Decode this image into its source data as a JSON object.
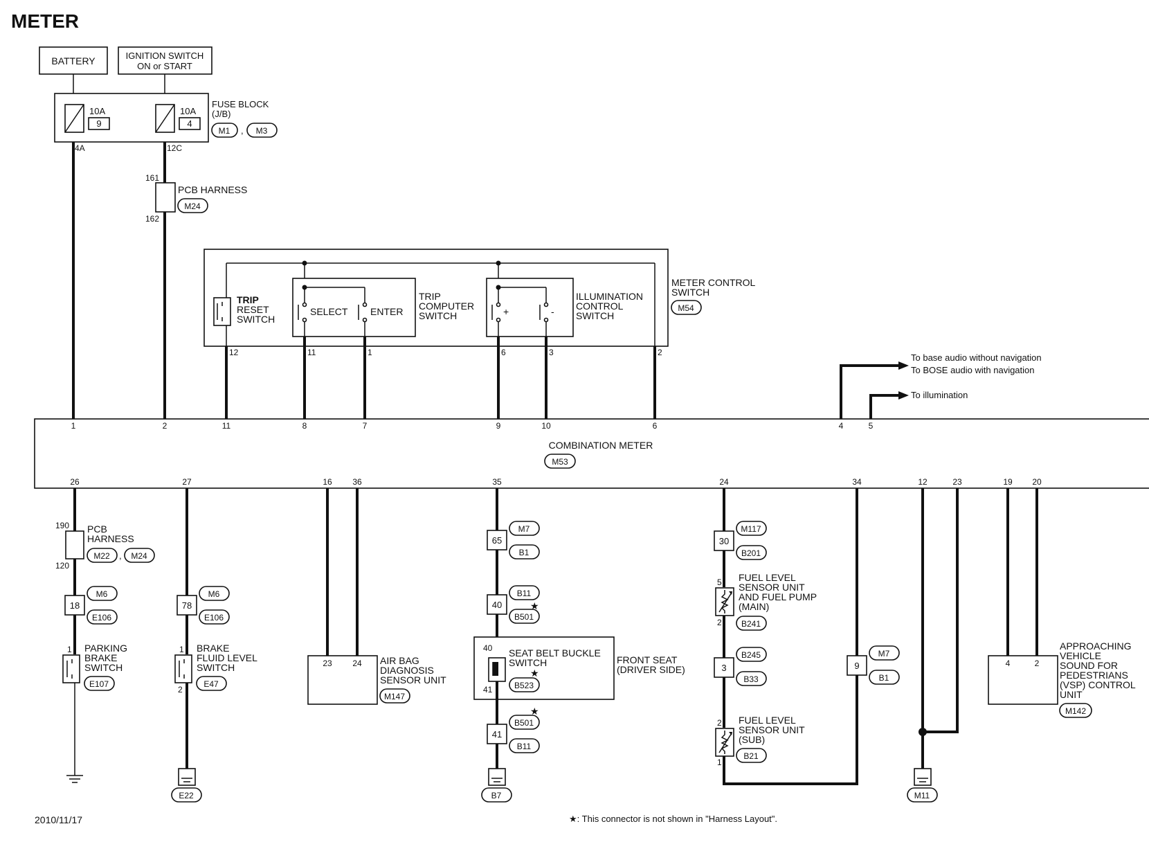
{
  "title": "METER",
  "date": "2010/11/17",
  "footnote": "★: This connector is not shown in \"Harness Layout\".",
  "power": {
    "battery": "BATTERY",
    "ign_line1": "IGNITION SWITCH",
    "ign_line2": "ON or START"
  },
  "fuse_block": {
    "label1": "FUSE BLOCK",
    "label2": "(J/B)",
    "conn1": "M1",
    "conn2": "M3",
    "comma": ",",
    "fuse1_amp": "10A",
    "fuse1_no": "9",
    "fuse1_term": "4A",
    "fuse2_amp": "10A",
    "fuse2_no": "4",
    "fuse2_term": "12C"
  },
  "pcb_top": {
    "label": "PCB HARNESS",
    "conn": "M24",
    "pin_a": "161",
    "pin_b": "162"
  },
  "meter_control": {
    "label1": "METER CONTROL",
    "label2": "SWITCH",
    "conn": "M54",
    "trip1": "TRIP",
    "trip2": "RESET",
    "trip3": "SWITCH",
    "select": "SELECT",
    "enter": "ENTER",
    "tc1": "TRIP",
    "tc2": "COMPUTER",
    "tc3": "SWITCH",
    "plus": "+",
    "minus": "-",
    "ill1": "ILLUMINATION",
    "ill2": "CONTROL",
    "ill3": "SWITCH",
    "pins": [
      "12",
      "11",
      "1",
      "6",
      "3",
      "2"
    ]
  },
  "outputs": {
    "audio1": "To base audio without navigation",
    "audio2": "To BOSE audio with navigation",
    "illum": "To illumination"
  },
  "meter": {
    "label": "COMBINATION METER",
    "conn": "M53",
    "top_pins": [
      "1",
      "2",
      "11",
      "8",
      "7",
      "9",
      "10",
      "6",
      "4",
      "5"
    ],
    "bottom_pins": [
      "26",
      "27",
      "16",
      "36",
      "35",
      "24",
      "34",
      "12",
      "23",
      "19",
      "20"
    ]
  },
  "pcb_bottom": {
    "label1": "PCB",
    "label2": "HARNESS",
    "conn1": "M22",
    "conn2": "M24",
    "comma": ",",
    "pin_a": "190",
    "pin_b": "120"
  },
  "conn18": {
    "pin": "18",
    "top": "M6",
    "bottom": "E106"
  },
  "conn78": {
    "pin": "78",
    "top": "M6",
    "bottom": "E106"
  },
  "parking": {
    "l1": "PARKING",
    "l2": "BRAKE",
    "l3": "SWITCH",
    "conn": "E107",
    "pin": "1"
  },
  "brake_fluid": {
    "l1": "BRAKE",
    "l2": "FLUID LEVEL",
    "l3": "SWITCH",
    "conn": "E47",
    "pin_a": "1",
    "pin_b": "2"
  },
  "grounds": {
    "e22": "E22",
    "b7": "B7",
    "m11": "M11"
  },
  "airbag": {
    "l1": "AIR BAG",
    "l2": "DIAGNOSIS",
    "l3": "SENSOR UNIT",
    "conn": "M147",
    "pin_a": "23",
    "pin_b": "24"
  },
  "conn65": {
    "pin": "65",
    "top": "M7",
    "bottom": "B1"
  },
  "conn40": {
    "pin": "40",
    "top": "B11",
    "bottom": "B501",
    "star": "★"
  },
  "seatbelt": {
    "l1": "SEAT BELT BUCKLE",
    "l2": "SWITCH",
    "conn": "B523",
    "star": "★",
    "pin_a": "40",
    "pin_b": "41",
    "fs1": "FRONT SEAT",
    "fs2": "(DRIVER SIDE)"
  },
  "conn41": {
    "pin": "41",
    "top": "B501",
    "bottom": "B11",
    "star": "★"
  },
  "conn30": {
    "pin": "30",
    "top": "M117",
    "bottom": "B201"
  },
  "fuel_main": {
    "l1": "FUEL LEVEL",
    "l2": "SENSOR UNIT",
    "l3": "AND FUEL PUMP",
    "l4": "(MAIN)",
    "conn": "B241",
    "pin_a": "5",
    "pin_b": "2"
  },
  "conn3": {
    "pin": "3",
    "top": "B245",
    "bottom": "B33"
  },
  "fuel_sub": {
    "l1": "FUEL LEVEL",
    "l2": "SENSOR UNIT",
    "l3": "(SUB)",
    "conn": "B21",
    "pin_a": "2",
    "pin_b": "1"
  },
  "conn9": {
    "pin": "9",
    "top": "M7",
    "bottom": "B1"
  },
  "vsp": {
    "l1": "APPROACHING",
    "l2": "VEHICLE",
    "l3": "SOUND FOR",
    "l4": "PEDESTRIANS",
    "l5": "(VSP) CONTROL",
    "l6": "UNIT",
    "conn": "M142",
    "pin_a": "4",
    "pin_b": "2"
  }
}
